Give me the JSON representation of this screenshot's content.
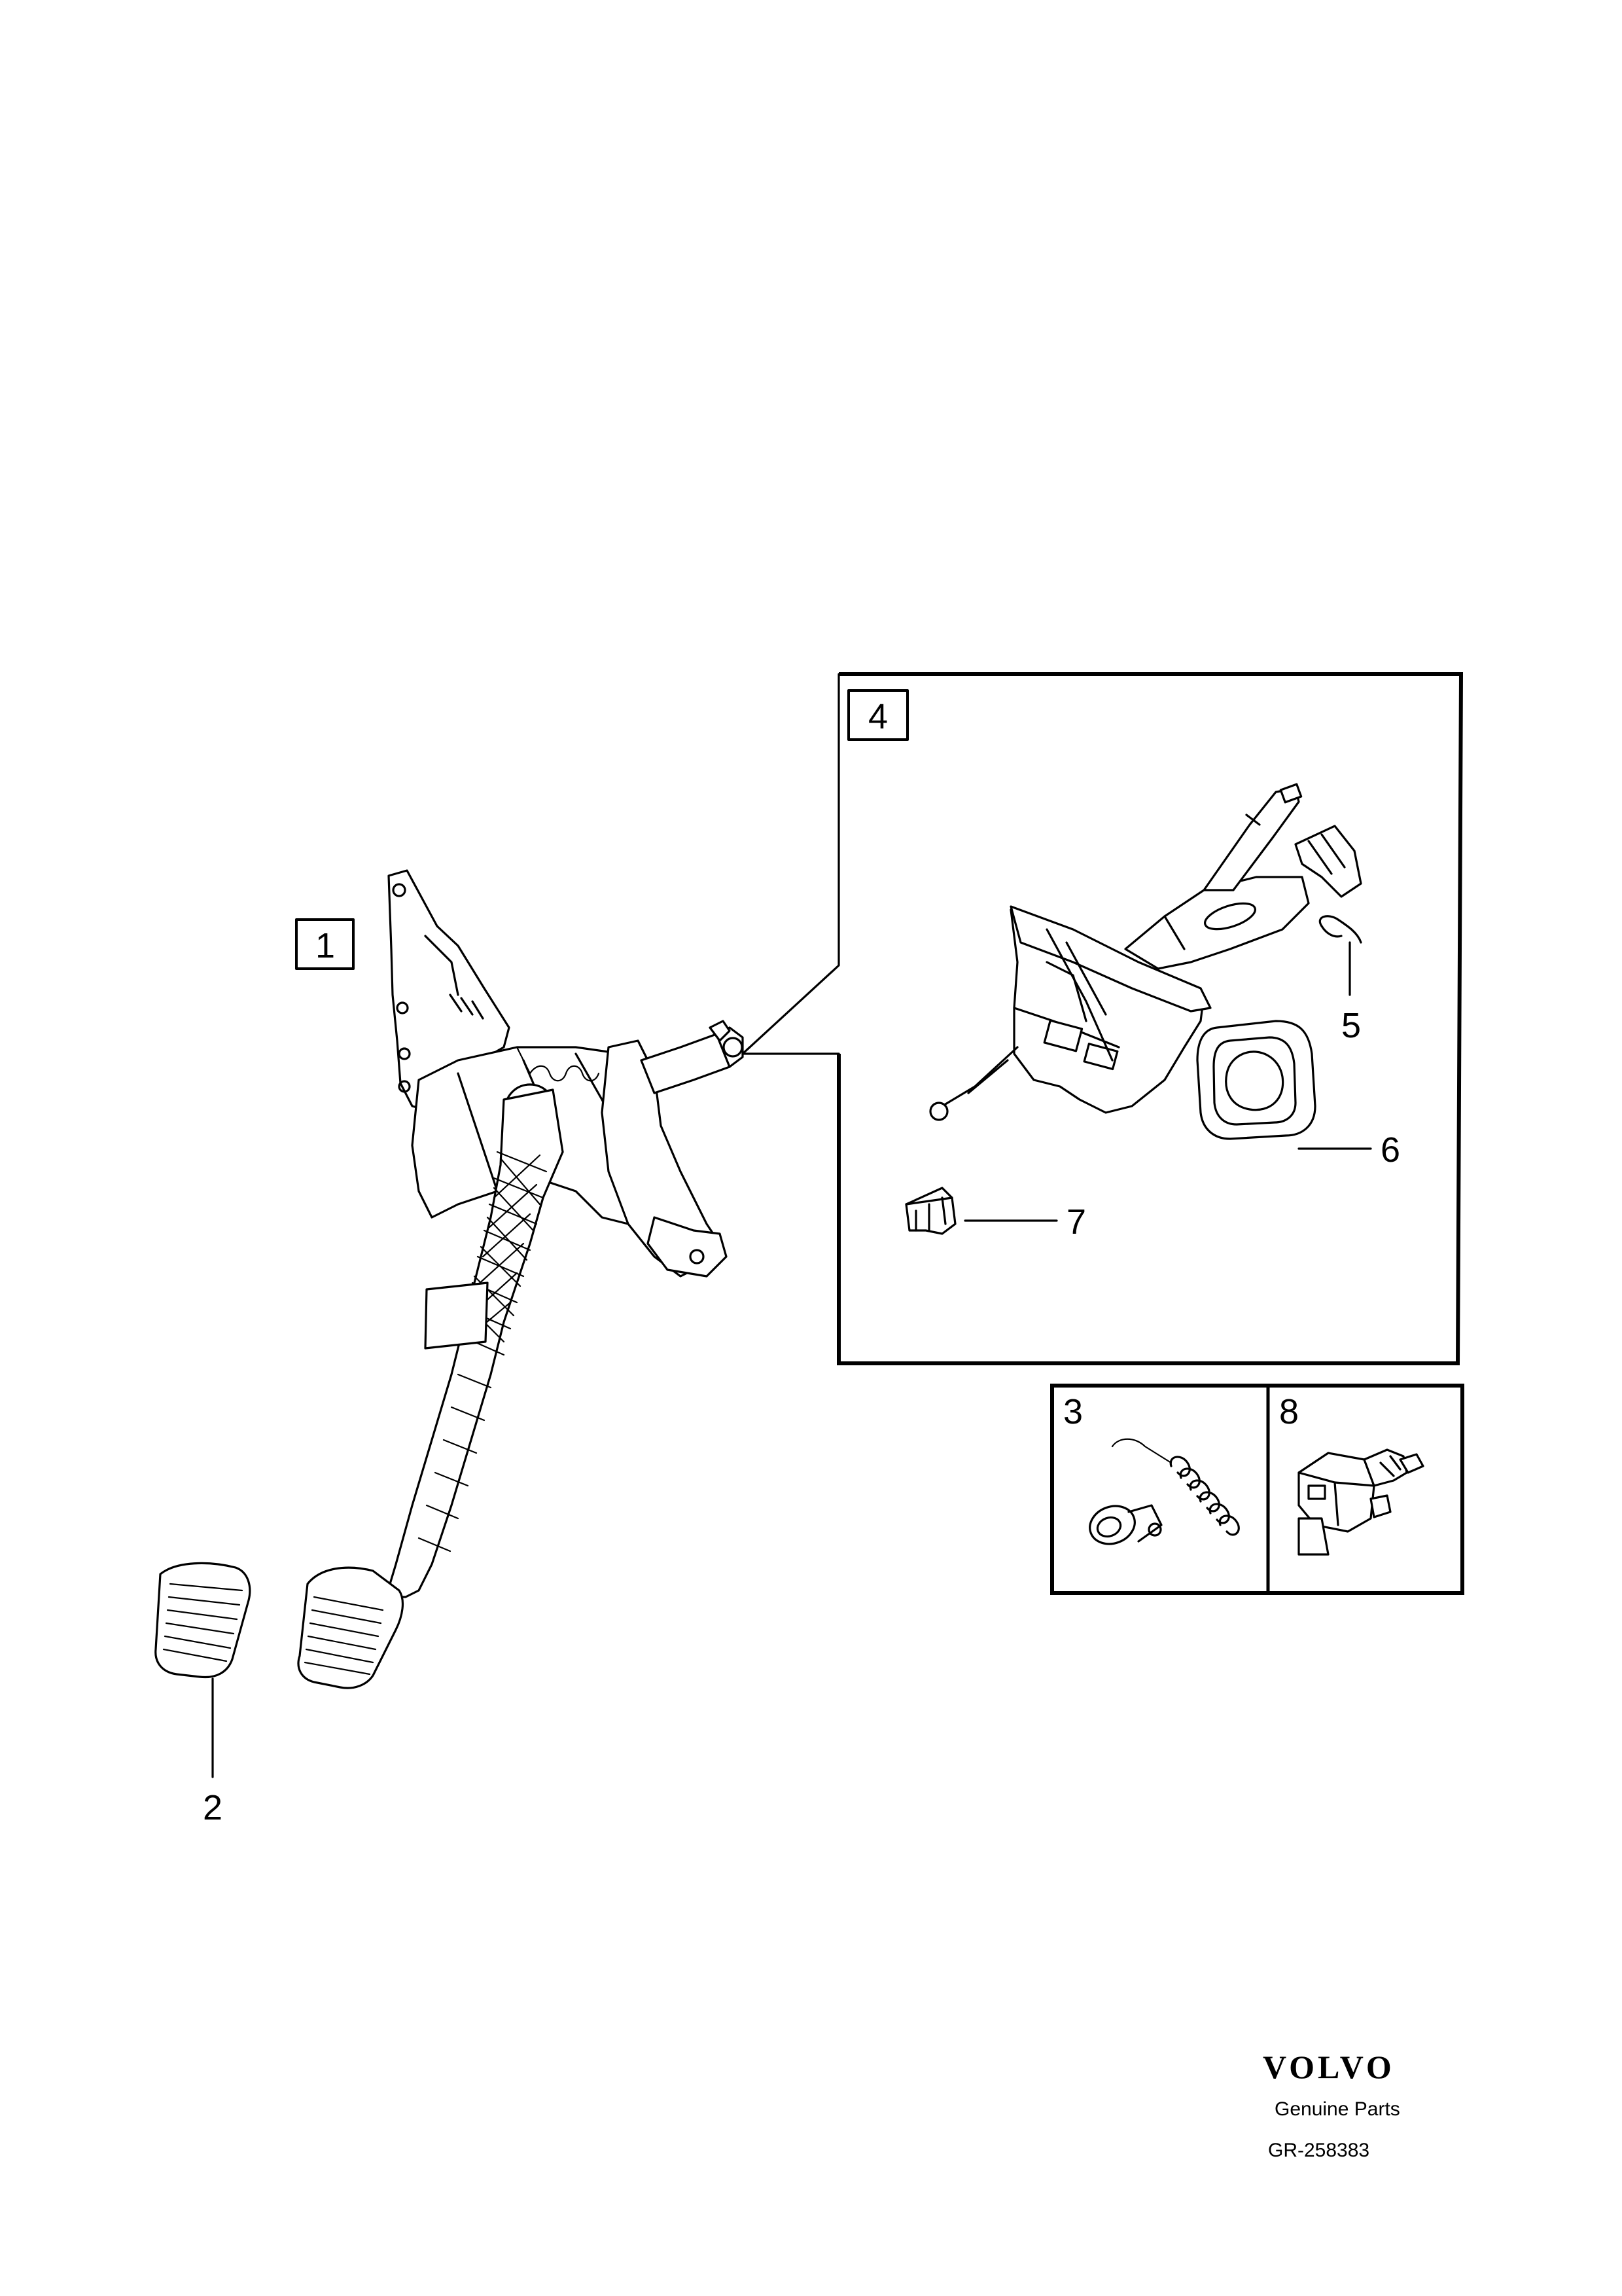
{
  "callouts": {
    "item_1": "1",
    "item_2": "2",
    "item_3": "3",
    "item_4": "4",
    "item_5": "5",
    "item_6": "6",
    "item_7": "7",
    "item_8": "8"
  },
  "branding": {
    "logo": "VOLVO",
    "tagline": "Genuine Parts",
    "diagram_ref": "GR-258383"
  }
}
